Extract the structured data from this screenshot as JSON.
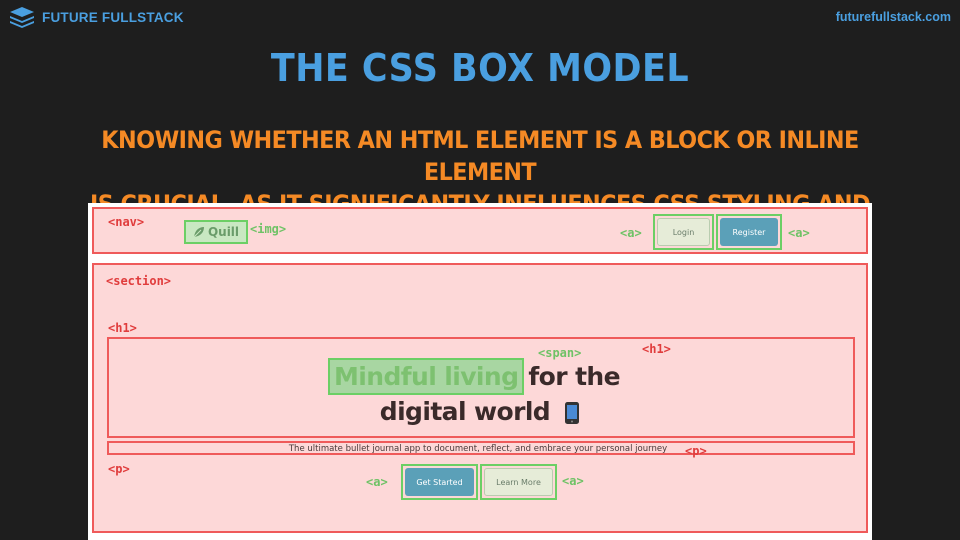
{
  "header": {
    "brand_name": "FUTURE FULLSTACK",
    "site_url": "futurefullstack.com",
    "logo_icon": "layers-stack-icon"
  },
  "slide": {
    "title": "THE CSS BOX MODEL",
    "subtitle_line1": "KNOWING WHETHER AN HTML ELEMENT IS A BLOCK OR INLINE ELEMENT",
    "subtitle_line2": "IS CRUCIAL, AS IT SIGNIFICANTLY INFLUENCES CSS STYLING AND LAYOUT"
  },
  "demo": {
    "tags": {
      "nav": "<nav>",
      "img": "<img>",
      "a_login": "<a>",
      "a_register": "<a>",
      "section": "<section>",
      "h1_outer": "<h1>",
      "span": "<span>",
      "h1_inner": "<h1>",
      "p_inner": "<p>",
      "p_outer": "<p>",
      "a_get_started": "<a>",
      "a_learn_more": "<a>"
    },
    "logo_text": "Quill",
    "login_label": "Login",
    "register_label": "Register",
    "hero_highlight": "Mindful living",
    "hero_rest": "for the",
    "hero_line2": "digital world",
    "tagline": "The ultimate bullet journal app to document, reflect, and embrace your personal journey",
    "get_started_label": "Get Started",
    "learn_more_label": "Learn More"
  },
  "colors": {
    "background": "#1e1e1e",
    "title_blue": "#4a9fe0",
    "subtitle_orange": "#f58a25",
    "outline_red": "#ef5a5a",
    "outline_green": "#6ccf65"
  }
}
